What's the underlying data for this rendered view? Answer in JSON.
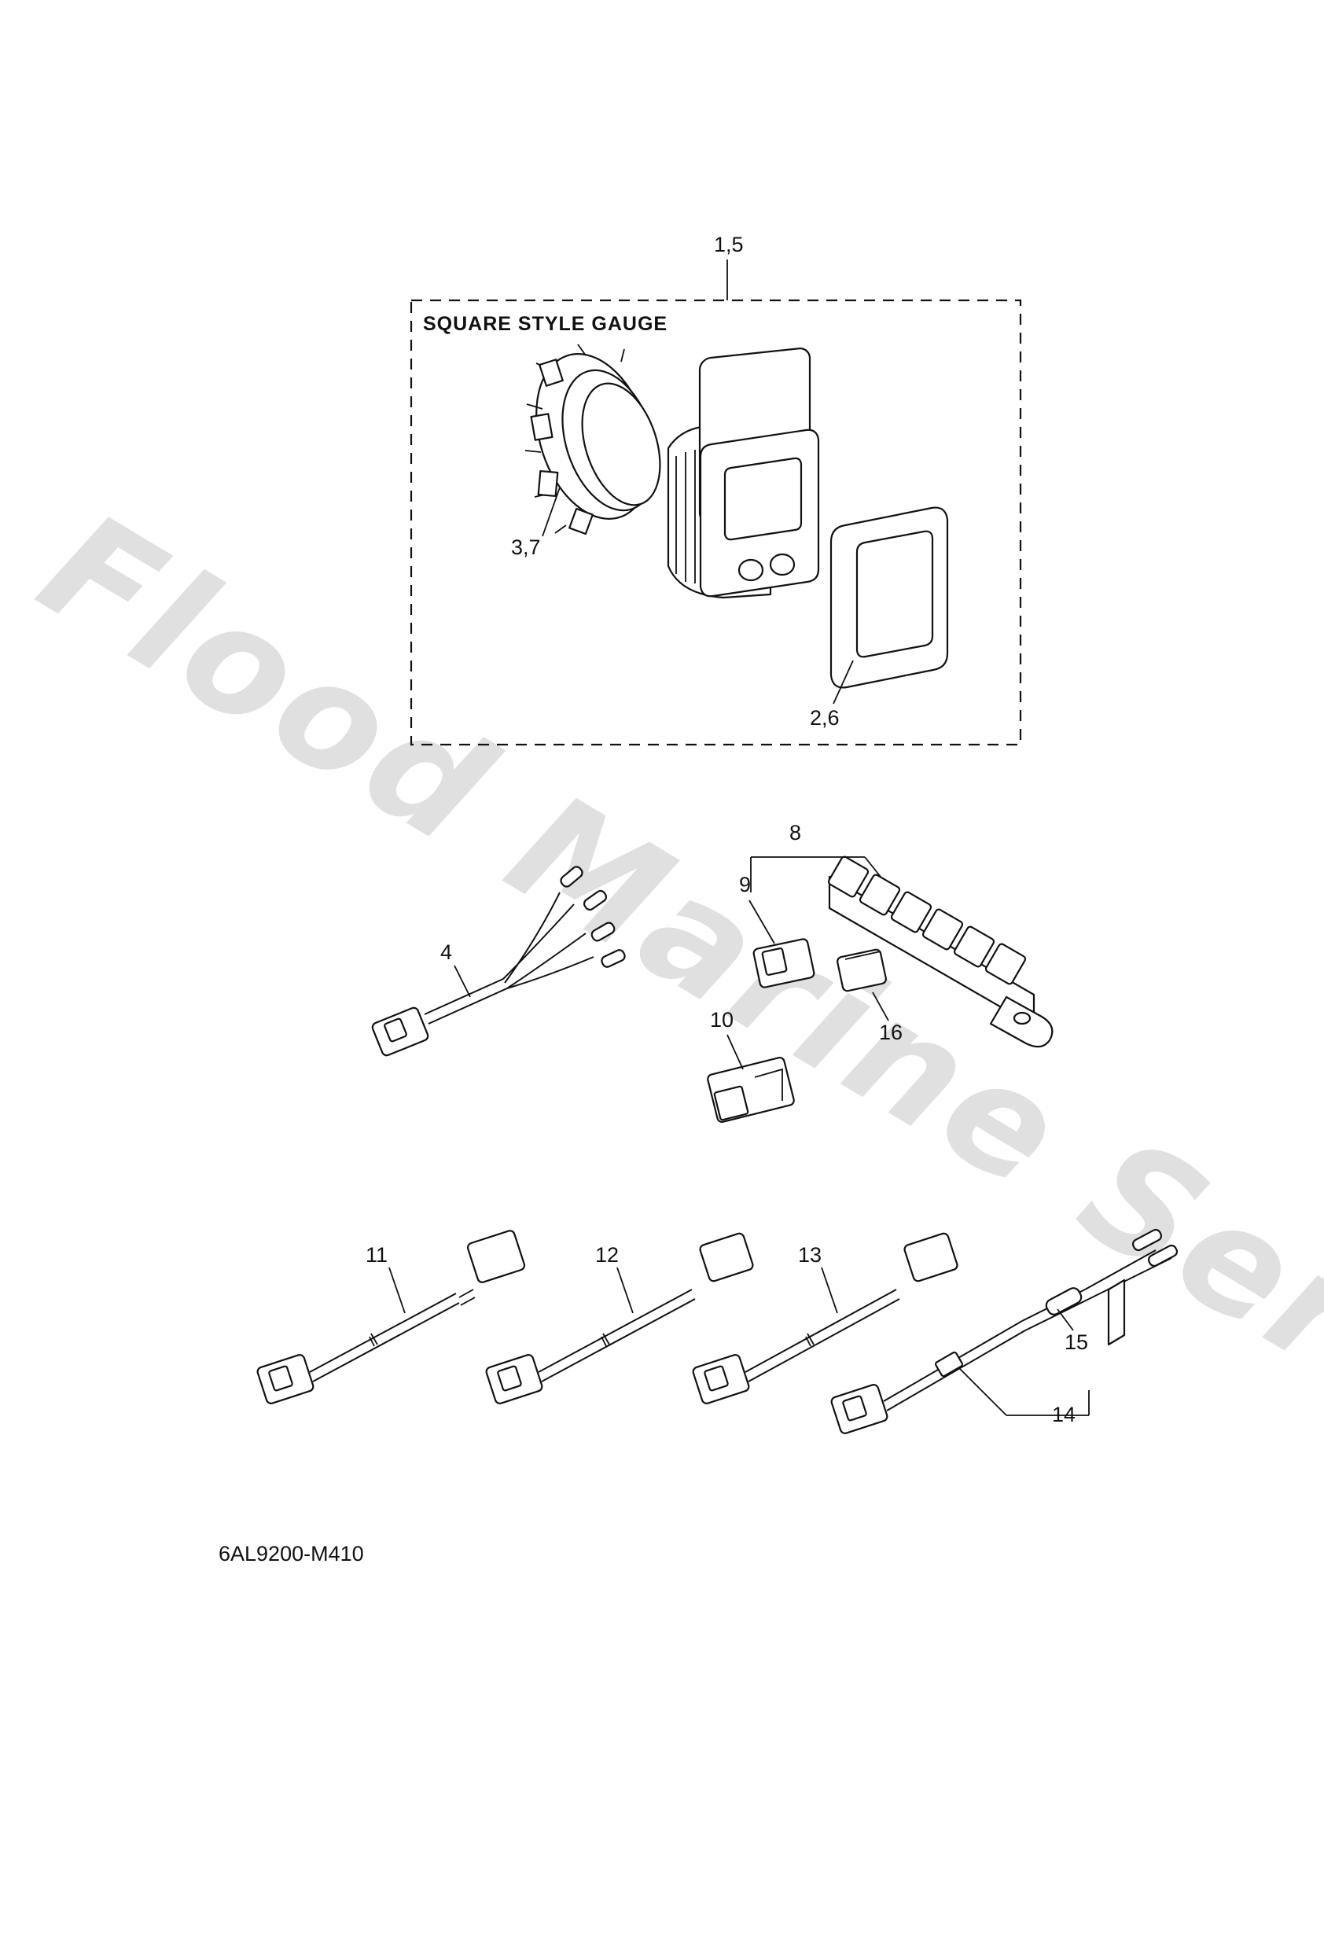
{
  "box": {
    "title": "SQUARE STYLE GAUGE"
  },
  "callouts": {
    "c_1_5": "1,5",
    "c_3_7": "3,7",
    "c_2_6": "2,6",
    "c_4": "4",
    "c_8": "8",
    "c_9": "9",
    "c_10": "10",
    "c_16": "16",
    "c_11": "11",
    "c_12": "12",
    "c_13": "13",
    "c_14": "14",
    "c_15": "15"
  },
  "footer": {
    "code": "6AL9200-M410"
  },
  "watermark": {
    "text": "Flood Marine Services",
    "color": "#c8c8c8"
  },
  "colors": {
    "line": "#111111",
    "background": "#ffffff"
  }
}
